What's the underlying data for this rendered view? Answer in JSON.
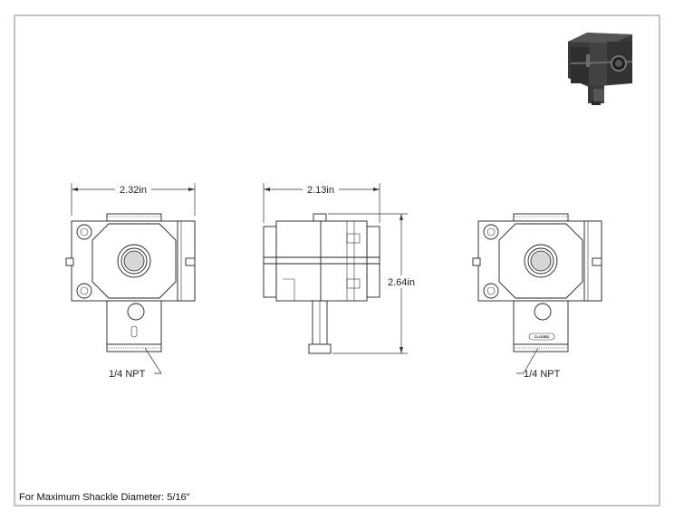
{
  "dimensions": {
    "front_width": "2.32in",
    "side_width": "2.13in",
    "side_height": "2.64in"
  },
  "callouts": {
    "left_port": "1/4 NPT",
    "right_port": "1/4 NPT"
  },
  "marking": "CLOSED",
  "footer_note": "For Maximum Shackle Diameter: 5/16\"",
  "colors": {
    "line": "#222222",
    "render_body": "#3a3a3a",
    "render_highlight": "#6b6b6b"
  }
}
